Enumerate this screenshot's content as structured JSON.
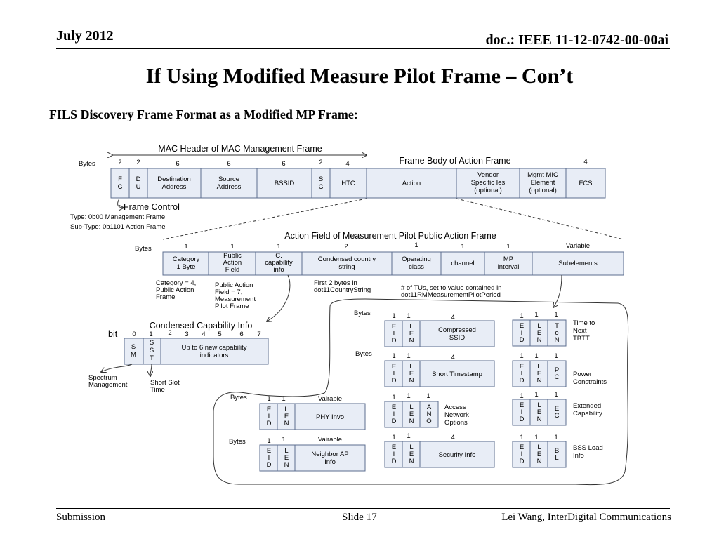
{
  "header": {
    "date": "July 2012",
    "doc_id": "doc.: IEEE 11-12-0742-00-00ai"
  },
  "title": "If Using Modified Measure Pilot Frame – Con’t",
  "subtitle": "FILS Discovery Frame Format as a Modified MP Frame:",
  "footer": {
    "left": "Submission",
    "center": "Slide 17",
    "right": "Lei Wang, InterDigital Communications"
  },
  "diagram": {
    "mac_header": {
      "title": "MAC Header of MAC Management Frame",
      "bytes_label": "Bytes",
      "frame_body_label": "Frame Body of Action Frame",
      "fields": [
        {
          "bytes": "2",
          "l1": "F",
          "l2": "C"
        },
        {
          "bytes": "2",
          "l1": "D",
          "l2": "U"
        },
        {
          "bytes": "6",
          "l1": "Destination",
          "l2": "Address"
        },
        {
          "bytes": "6",
          "l1": "Source",
          "l2": "Address"
        },
        {
          "bytes": "6",
          "l1": "BSSID",
          "l2": ""
        },
        {
          "bytes": "2",
          "l1": "S",
          "l2": "C"
        },
        {
          "bytes": "4",
          "l1": "HTC",
          "l2": ""
        },
        {
          "bytes": "",
          "l1": "Action",
          "l2": ""
        },
        {
          "bytes": "",
          "l1": "Vendor",
          "l2": "Specific Ies",
          "l3": "(optional)"
        },
        {
          "bytes": "",
          "l1": "Mgmt MIC",
          "l2": "Element",
          "l3": "(optional)"
        },
        {
          "bytes": "4",
          "l1": "FCS",
          "l2": ""
        }
      ],
      "frame_control": "Frame Control",
      "type_note": "Type: 0b00 Management Frame",
      "subtype_note": "Sub-Type: 0b1101 Action Frame"
    },
    "action_field": {
      "title": "Action Field of  Measurement Pilot Public Action Frame",
      "bytes_label": "Bytes",
      "fields": [
        {
          "bytes": "1",
          "l1": "Category",
          "l2": "1 Byte"
        },
        {
          "bytes": "1",
          "l1": "Public",
          "l2": "Action",
          "l3": "Field"
        },
        {
          "bytes": "1",
          "l1": "C.",
          "l2": "capability",
          "l3": "info"
        },
        {
          "bytes": "2",
          "l1": "Condensed country",
          "l2": "string"
        },
        {
          "bytes": "1",
          "l1": "Operating",
          "l2": "class"
        },
        {
          "bytes": "1",
          "l1": "channel",
          "l2": ""
        },
        {
          "bytes": "1",
          "l1": "MP",
          "l2": "interval"
        },
        {
          "bytes": "Variable",
          "l1": "Subelements",
          "l2": ""
        }
      ],
      "note_category": [
        "Category = 4,",
        "Public Action",
        "Frame"
      ],
      "note_public": [
        "Public Action",
        "Field = 7,",
        "Measurement",
        "Pilot Frame"
      ],
      "note_country": [
        "First 2 bytes in",
        "dot11CountryString"
      ],
      "note_mp": [
        "# of TUs, set to value contained  in",
        "dot11RMMeasurementPilotPeriod"
      ]
    },
    "condensed": {
      "title": "Condensed Capability Info",
      "bit_label": "bit",
      "bits": [
        "0",
        "1",
        "2",
        "3",
        "4",
        "5",
        "6",
        "7"
      ],
      "sm": [
        "S",
        "M"
      ],
      "sst": [
        "S",
        "S",
        "T"
      ],
      "rest": [
        "Up to 6 new capability",
        "indicators"
      ],
      "spectrum": [
        "Spectrum",
        "Management"
      ],
      "short_slot": [
        "Short Slot",
        "Time"
      ]
    },
    "subelements": {
      "bytes_label": "Bytes",
      "vairable": "Vairable",
      "compressed_ssid": [
        "Compressed",
        "SSID"
      ],
      "short_timestamp": "Short Timestamp",
      "phy_invo": "PHY Invo",
      "neighbor_ap": [
        "Neighbor AP",
        "Info"
      ],
      "security_info": "Security Info",
      "ano_desc": [
        "Access",
        "Network",
        "Options"
      ],
      "ttnt_desc": [
        "Time to",
        "Next",
        "TBTT"
      ],
      "pc_desc": [
        "Power",
        "Constraints"
      ],
      "ec_desc": [
        "Extended",
        "Capability"
      ],
      "bl_desc": [
        "BSS Load",
        "Info"
      ],
      "eid": [
        "E",
        "I",
        "D"
      ],
      "len": [
        "L",
        "E",
        "N"
      ],
      "ano": [
        "A",
        "N",
        "O"
      ],
      "ton": [
        "T",
        "o",
        "N"
      ],
      "pc": [
        "P",
        "C"
      ],
      "ec": [
        "E",
        "C"
      ],
      "bl": [
        "B",
        "L"
      ],
      "one": "1",
      "four": "4"
    }
  }
}
